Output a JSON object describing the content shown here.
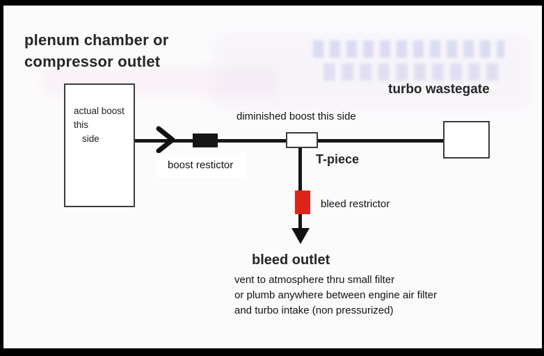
{
  "labels": {
    "plenum_line1": "plenum chamber or",
    "plenum_line2": "compressor outlet",
    "turbo_wastegate": "turbo wastegate",
    "actual_boost_line1": "actual boost this",
    "actual_boost_line2": "side",
    "diminished_boost": "diminished boost this side",
    "boost_restrictor": "boost restictor",
    "t_piece": "T-piece",
    "bleed_restrictor": "bleed restrictor",
    "bleed_outlet": "bleed outlet",
    "bleed_note_line1": "vent to atmosphere thru small filter",
    "bleed_note_line2": "or plumb anywhere between engine air filter",
    "bleed_note_line3": "and turbo intake (non pressurized)"
  },
  "colors": {
    "line": "#151515",
    "boost_restrictor_block": "#161616",
    "bleed_restrictor_block": "#dd2418",
    "text": "#1c1c1c"
  }
}
